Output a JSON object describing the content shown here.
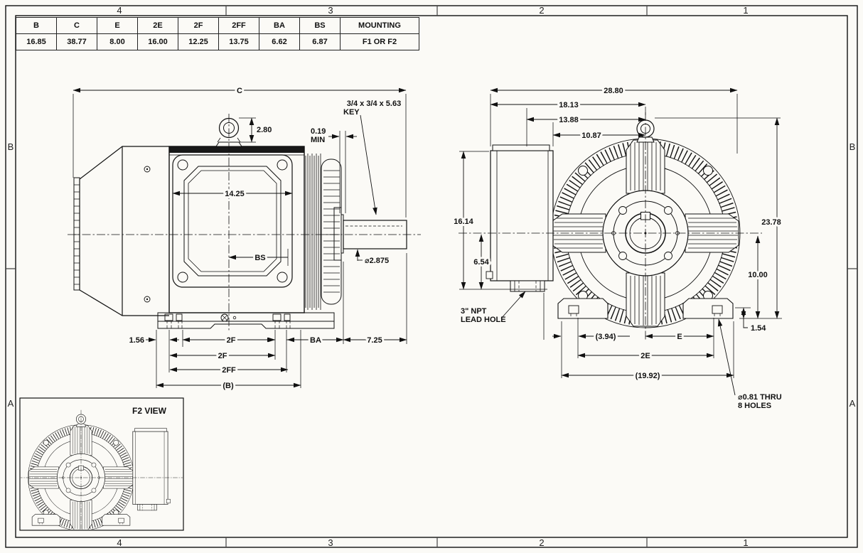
{
  "border": {
    "top_zones": [
      "4",
      "3",
      "2",
      "1"
    ],
    "bottom_zones": [
      "4",
      "3",
      "2",
      "1"
    ],
    "left_zones": [
      "B",
      "A"
    ],
    "right_zones": [
      "B",
      "A"
    ]
  },
  "table": {
    "headers": [
      "B",
      "C",
      "E",
      "2E",
      "2F",
      "2FF",
      "BA",
      "BS",
      "MOUNTING"
    ],
    "values": [
      "16.85",
      "38.77",
      "8.00",
      "16.00",
      "12.25",
      "13.75",
      "6.62",
      "6.87",
      "F1 OR F2"
    ]
  },
  "side_view": {
    "dim_overall_length": "C",
    "dim_eyebolt_height": "2.80",
    "dim_gap": "0.19",
    "dim_gap_min": "MIN",
    "key_note": "3/4 x 3/4 x 5.63",
    "key_label": "KEY",
    "dim_panel_width": "14.25",
    "dim_bs": "BS",
    "dim_shaft_dia": "⌀2.875",
    "dim_foot_offset": "1.56",
    "dim_2f_upper": "2F",
    "dim_ba": "BA",
    "dim_shaft_ext": "7.25",
    "dim_2f_lower": "2F",
    "dim_2ff": "2FF",
    "dim_b": "(B)"
  },
  "front_view": {
    "dim_overall_width": "28.80",
    "dim_18_13": "18.13",
    "dim_13_88": "13.88",
    "dim_10_87": "10.87",
    "dim_box_height": "16.14",
    "dim_6_54": "6.54",
    "npt_note_line1": "3\" NPT",
    "npt_note_line2": "LEAD HOLE",
    "dim_overall_height": "23.78",
    "dim_centerline_height": "10.00",
    "dim_foot_thickness": "1.54",
    "dim_3_94": "(3.94)",
    "dim_e": "E",
    "dim_2e": "2E",
    "dim_19_92": "(19.92)",
    "holes_note_line1": "⌀0.81 THRU",
    "holes_note_line2": "8 HOLES"
  },
  "inset": {
    "label": "F2 VIEW"
  }
}
